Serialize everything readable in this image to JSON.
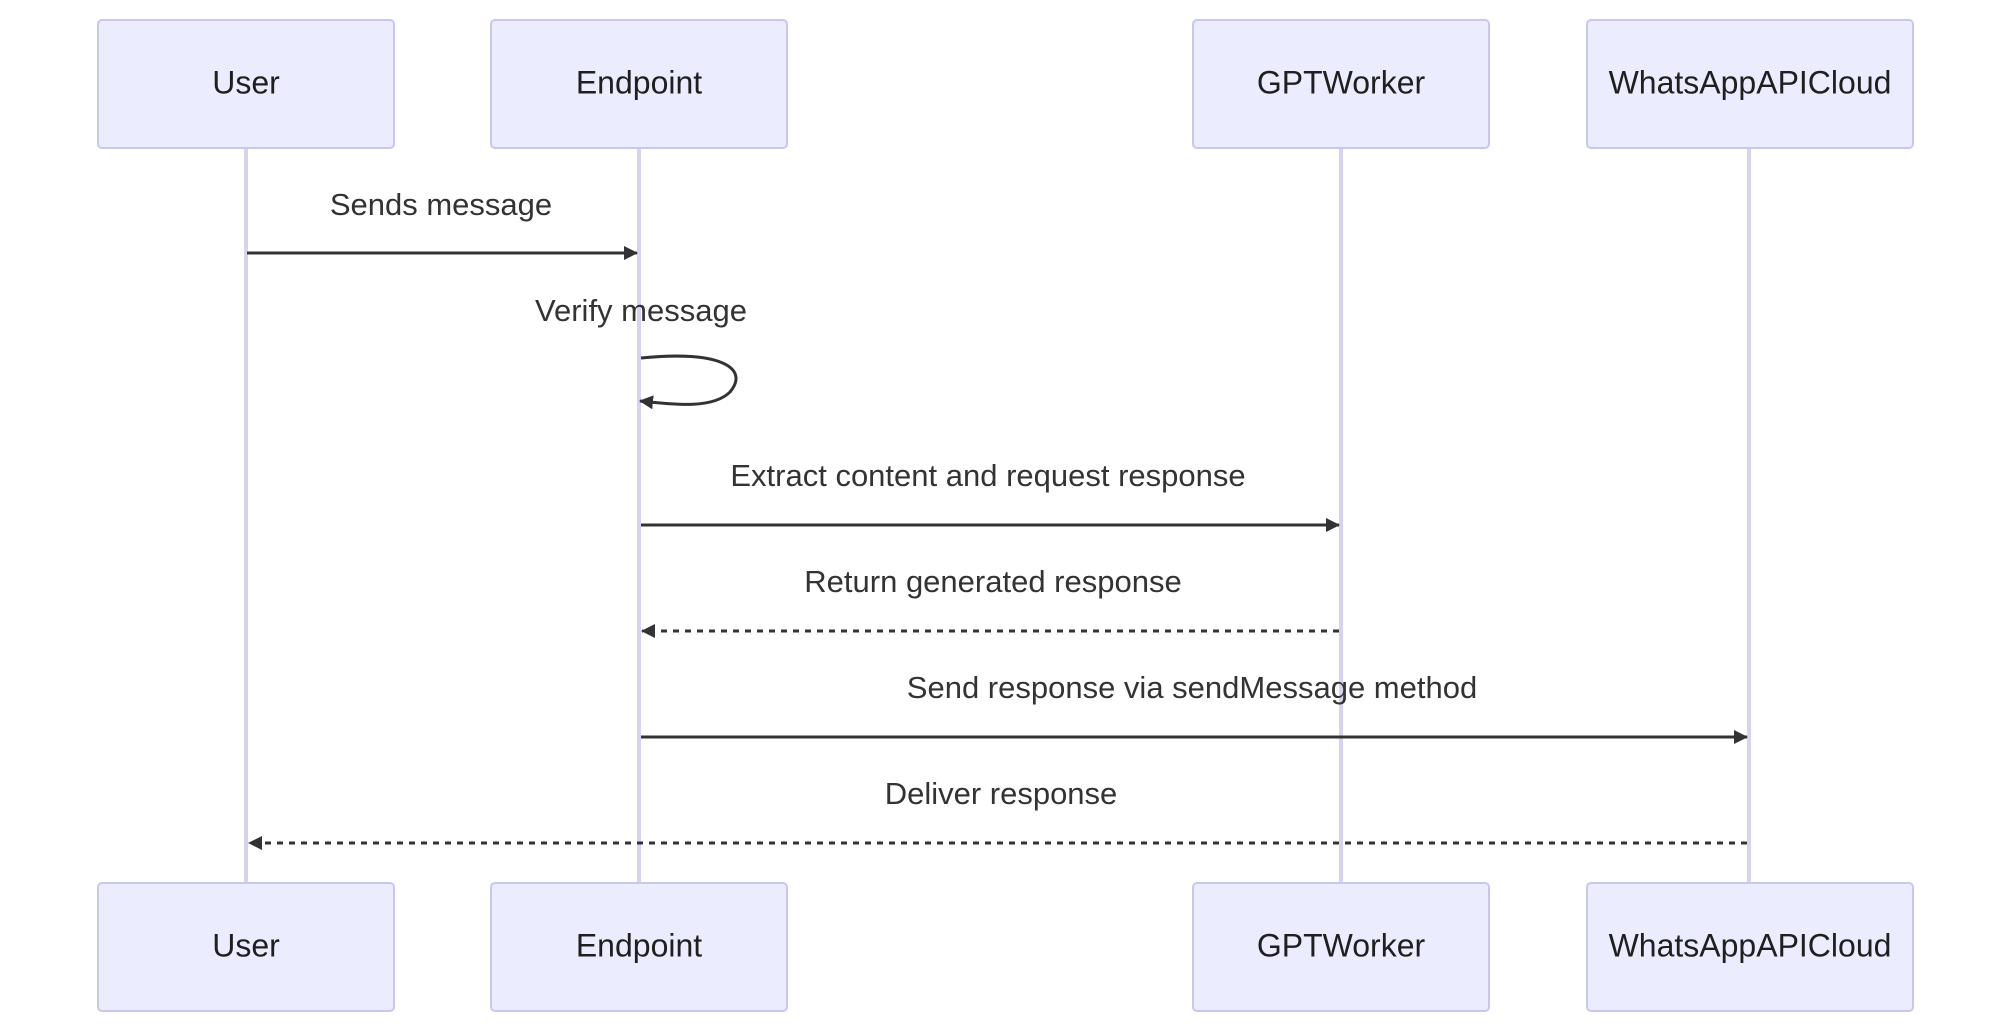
{
  "diagram": {
    "type": "sequence",
    "participants": [
      {
        "id": "user",
        "label": "User"
      },
      {
        "id": "endpoint",
        "label": "Endpoint"
      },
      {
        "id": "gptworker",
        "label": "GPTWorker"
      },
      {
        "id": "whatsapp",
        "label": "WhatsAppAPICloud"
      }
    ],
    "messages": [
      {
        "from": "User",
        "to": "Endpoint",
        "label": "Sends message",
        "style": "solid"
      },
      {
        "from": "Endpoint",
        "to": "Endpoint",
        "label": "Verify message",
        "style": "solid"
      },
      {
        "from": "Endpoint",
        "to": "GPTWorker",
        "label": "Extract content and request response",
        "style": "solid"
      },
      {
        "from": "GPTWorker",
        "to": "Endpoint",
        "label": "Return generated response",
        "style": "dashed"
      },
      {
        "from": "Endpoint",
        "to": "WhatsAppAPICloud",
        "label": "Send response via sendMessage method",
        "style": "solid"
      },
      {
        "from": "WhatsAppAPICloud",
        "to": "User",
        "label": "Deliver response",
        "style": "dashed"
      }
    ]
  },
  "colors": {
    "actor_fill": "#ececff",
    "actor_border": "#c9c7ee",
    "lifeline": "#d6d3f2",
    "message": "#333333"
  }
}
